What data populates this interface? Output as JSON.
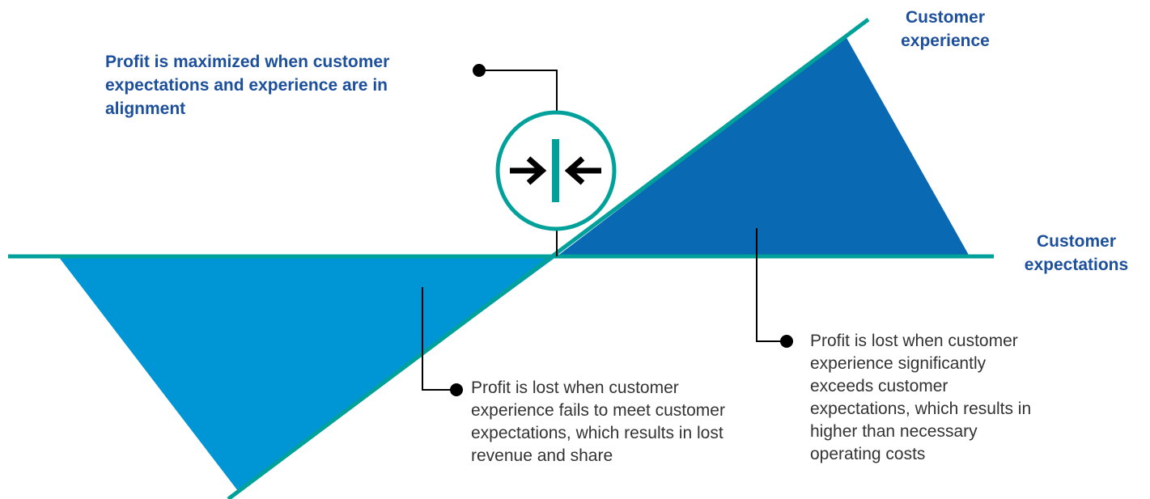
{
  "diagram": {
    "alignment_note": "Profit is maximized when customer expectations and experience are in alignment",
    "axis_experience_label": "Customer experience",
    "axis_expectations_label": "Customer expectations",
    "shortfall_note": "Profit is lost when customer experience fails to meet customer expectations, which results in lost revenue and share",
    "excess_note": "Profit is lost when customer experience significantly exceeds customer expectations, which results in higher than necessary operating costs",
    "alignment_icon": "arrows-converging-icon"
  },
  "colors": {
    "teal_line": "#00a19a",
    "loss_light_blue": "#0096d6",
    "excess_dark_blue": "#0a69b3",
    "heading_blue": "#1c4f9c",
    "leader_line": "#000000"
  }
}
